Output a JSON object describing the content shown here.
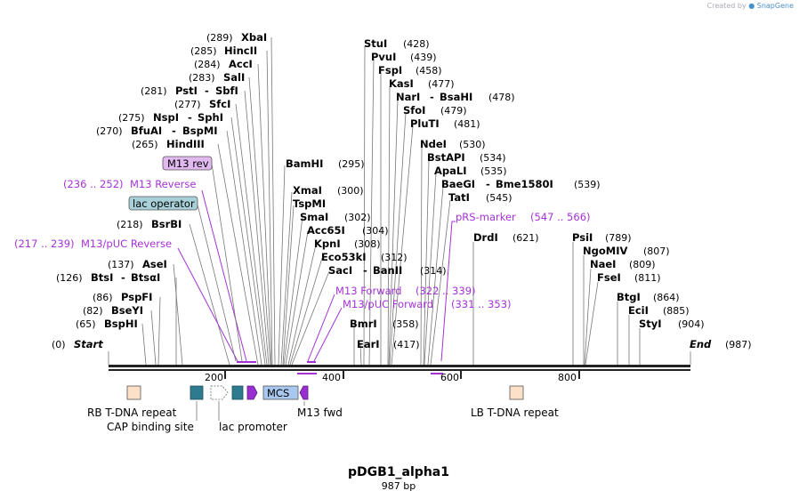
{
  "watermark": {
    "prefix": "Created by",
    "brand": "SnapGene"
  },
  "plasmid": {
    "name": "pDGB1_alpha1",
    "length": "987 bp"
  },
  "ends": {
    "start_pos": "(0)",
    "start_label": "Start",
    "end_label": "End",
    "end_pos": "(987)"
  },
  "ruler": {
    "ticks": [
      "200",
      "400",
      "600",
      "800"
    ]
  },
  "enzymes_left": [
    {
      "pos": "(289)",
      "name": "XbaI"
    },
    {
      "pos": "(285)",
      "name": "HincII"
    },
    {
      "pos": "(284)",
      "name": "AccI"
    },
    {
      "pos": "(283)",
      "name": "SalI"
    },
    {
      "pos": "(281)",
      "name": "PstI",
      "sep": "-",
      "name2": "SbfI"
    },
    {
      "pos": "(277)",
      "name": "SfcI"
    },
    {
      "pos": "(275)",
      "name": "NspI",
      "sep": "-",
      "name2": "SphI"
    },
    {
      "pos": "(270)",
      "name": "BfuAI",
      "sep": "-",
      "name2": "BspMI"
    },
    {
      "pos": "(265)",
      "name": "HindIII"
    },
    {
      "pos": "(218)",
      "name": "BsrBI"
    },
    {
      "pos": "(137)",
      "name": "AseI"
    },
    {
      "pos": "(126)",
      "name": "BtsI",
      "sep": "-",
      "name2": "BtsαI"
    },
    {
      "pos": "(86)",
      "name": "PspFI"
    },
    {
      "pos": "(82)",
      "name": "BseYI"
    },
    {
      "pos": "(65)",
      "name": "BspHI"
    }
  ],
  "enzymes_mid": [
    {
      "name": "BamHI",
      "pos": "(295)"
    },
    {
      "name": "XmaI",
      "pos": "(300)"
    },
    {
      "name": "TspMI",
      "pos": ""
    },
    {
      "name": "SmaI",
      "pos": "(302)"
    },
    {
      "name": "Acc65I",
      "pos": "(304)"
    },
    {
      "name": "KpnI",
      "pos": "(308)"
    },
    {
      "name": "Eco53kI",
      "pos": "(312)"
    },
    {
      "name": "SacI",
      "sep": "-",
      "name2": "BanII",
      "pos": "(314)"
    },
    {
      "name": "BmrI",
      "pos": "(358)"
    },
    {
      "name": "EarI",
      "pos": "(417)"
    }
  ],
  "enzymes_top": [
    {
      "name": "StuI",
      "pos": "(428)"
    },
    {
      "name": "PvuI",
      "pos": "(439)"
    },
    {
      "name": "FspI",
      "pos": "(458)"
    },
    {
      "name": "KasI",
      "pos": "(477)"
    },
    {
      "name": "NarI",
      "sep": "-",
      "name2": "BsaHI",
      "pos": "(478)"
    },
    {
      "name": "SfoI",
      "pos": "(479)"
    },
    {
      "name": "PluTI",
      "pos": "(481)"
    },
    {
      "name": "NdeI",
      "pos": "(530)"
    },
    {
      "name": "BstAPI",
      "pos": "(534)"
    },
    {
      "name": "ApaLI",
      "pos": "(535)"
    },
    {
      "name": "BaeGI",
      "sep": "-",
      "name2": "Bme1580I",
      "pos": "(539)"
    },
    {
      "name": "TatI",
      "pos": "(545)"
    },
    {
      "name": "DrdI",
      "pos": "(621)"
    },
    {
      "name": "PsiI",
      "pos": "(789)"
    },
    {
      "name": "NgoMIV",
      "pos": "(807)"
    },
    {
      "name": "NaeI",
      "pos": "(809)"
    },
    {
      "name": "FseI",
      "pos": "(811)"
    },
    {
      "name": "BtgI",
      "pos": "(864)"
    },
    {
      "name": "EciI",
      "pos": "(885)"
    },
    {
      "name": "StyI",
      "pos": "(904)"
    }
  ],
  "primers": [
    {
      "range": "(236 .. 252)",
      "name": "M13 Reverse"
    },
    {
      "range": "(217 .. 239)",
      "name": "M13/pUC Reverse"
    },
    {
      "name": "M13 Forward",
      "range": "(322 .. 339)"
    },
    {
      "name": "M13/pUC Forward",
      "range": "(331 .. 353)"
    },
    {
      "name": "pRS-marker",
      "range": "(547 .. 566)"
    }
  ],
  "feature_boxes": [
    {
      "label": "M13 rev",
      "fill": "#e2b8f0"
    },
    {
      "label": "lac operator",
      "fill": "#a8d0d8"
    },
    {
      "label": "MCS",
      "fill": "#a8c8f0"
    }
  ],
  "feature_labels": [
    "RB T-DNA repeat",
    "CAP binding site",
    "lac promoter",
    "M13 fwd",
    "LB T-DNA repeat"
  ],
  "colors": {
    "primer": "#a433d6",
    "repeat": "#fde0c8",
    "teal": "#2e7a8e",
    "purple_arrow": "#9a2fd1",
    "mcs": "#a8c8f0"
  }
}
